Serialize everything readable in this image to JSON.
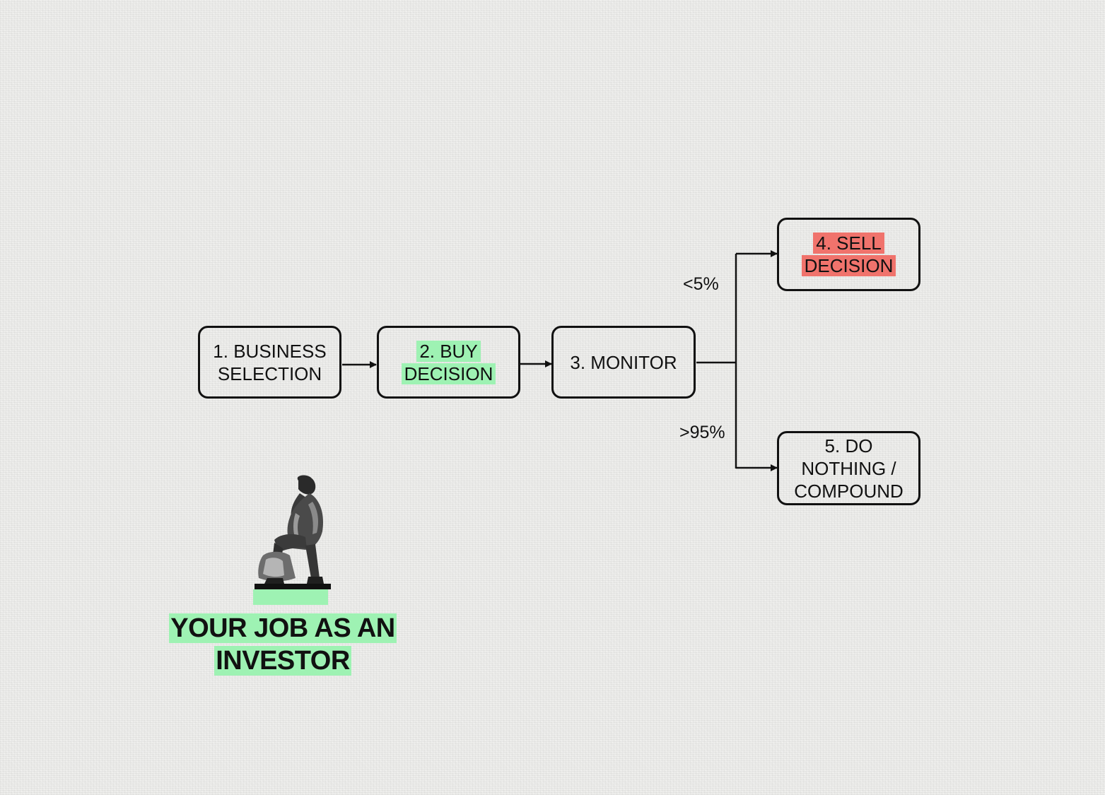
{
  "diagram": {
    "nodes": [
      {
        "id": "business_selection",
        "label": "1. BUSINESS SELECTION",
        "highlight": null
      },
      {
        "id": "buy_decision",
        "label": "2. BUY DECISION",
        "highlight": "#9ef2b3"
      },
      {
        "id": "monitor",
        "label": "3. MONITOR",
        "highlight": null
      },
      {
        "id": "sell_decision",
        "label": "4. SELL DECISION",
        "highlight": "#f0736c"
      },
      {
        "id": "do_nothing",
        "label": "5. DO NOTHING / COMPOUND",
        "highlight": null
      }
    ],
    "edges": [
      {
        "from": "business_selection",
        "to": "buy_decision"
      },
      {
        "from": "buy_decision",
        "to": "monitor"
      },
      {
        "from": "monitor",
        "to": "sell_decision",
        "label": "<5%"
      },
      {
        "from": "monitor",
        "to": "do_nothing",
        "label": ">95%"
      }
    ]
  },
  "title": {
    "text": "YOUR JOB AS AN INVESTOR",
    "highlight": "#9ef2b3"
  },
  "illustration": {
    "icon": "thinker-statue-icon"
  },
  "colors": {
    "green_highlight": "#9ef2b3",
    "red_highlight": "#f0736c",
    "stroke": "#111111"
  }
}
